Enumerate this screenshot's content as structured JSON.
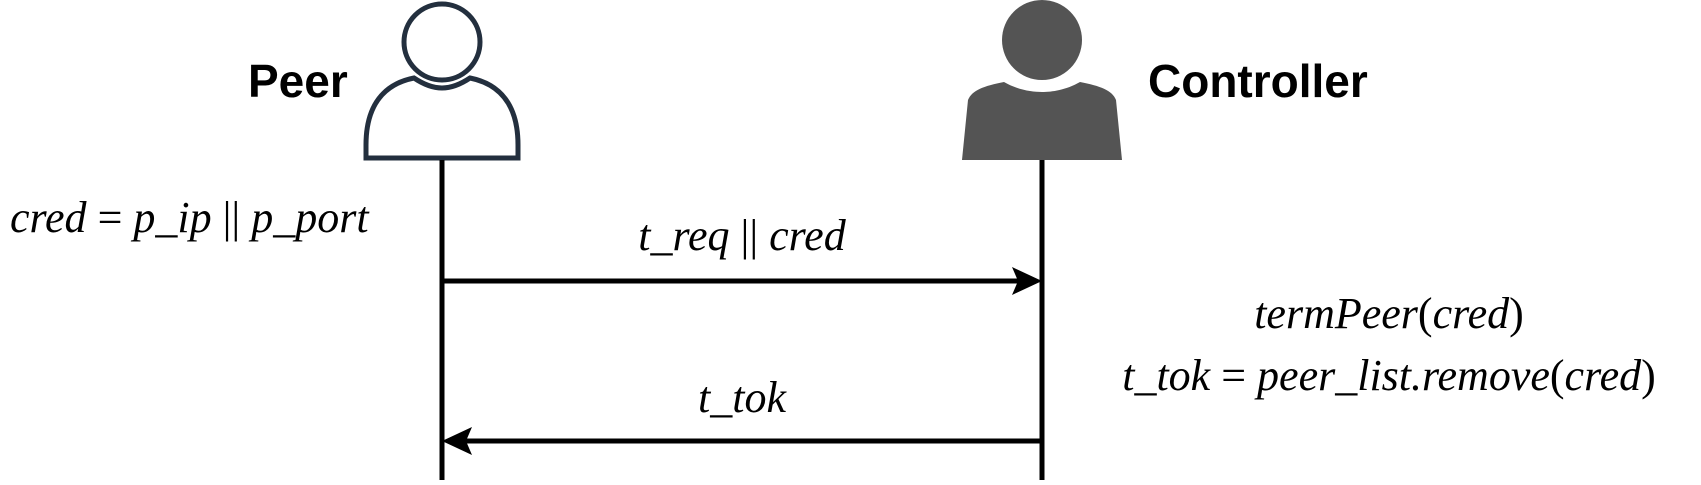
{
  "actors": {
    "peer": {
      "label": "Peer",
      "icon": "user-outline-icon"
    },
    "controller": {
      "label": "Controller",
      "icon": "user-filled-icon"
    }
  },
  "peer_annotation": {
    "lhs": "cred",
    "eq": " = ",
    "rhs_a": "p_ip",
    "sep": " || ",
    "rhs_b": "p_port"
  },
  "messages": [
    {
      "direction": "peer-to-controller",
      "a": "t_req",
      "sep": " || ",
      "b": "cred"
    },
    {
      "direction": "controller-to-peer",
      "a": "t_tok"
    }
  ],
  "controller_annotation": {
    "line1": {
      "fn": "termPeer",
      "open": "(",
      "arg": "cred",
      "close": ")"
    },
    "line2": {
      "lhs": "t_tok",
      "eq": " = ",
      "fn": "peer_list.remove",
      "open": "(",
      "arg": "cred",
      "close": ")"
    }
  },
  "colors": {
    "line": "#000000",
    "outline": "#232f3e",
    "filled": "#545454"
  }
}
